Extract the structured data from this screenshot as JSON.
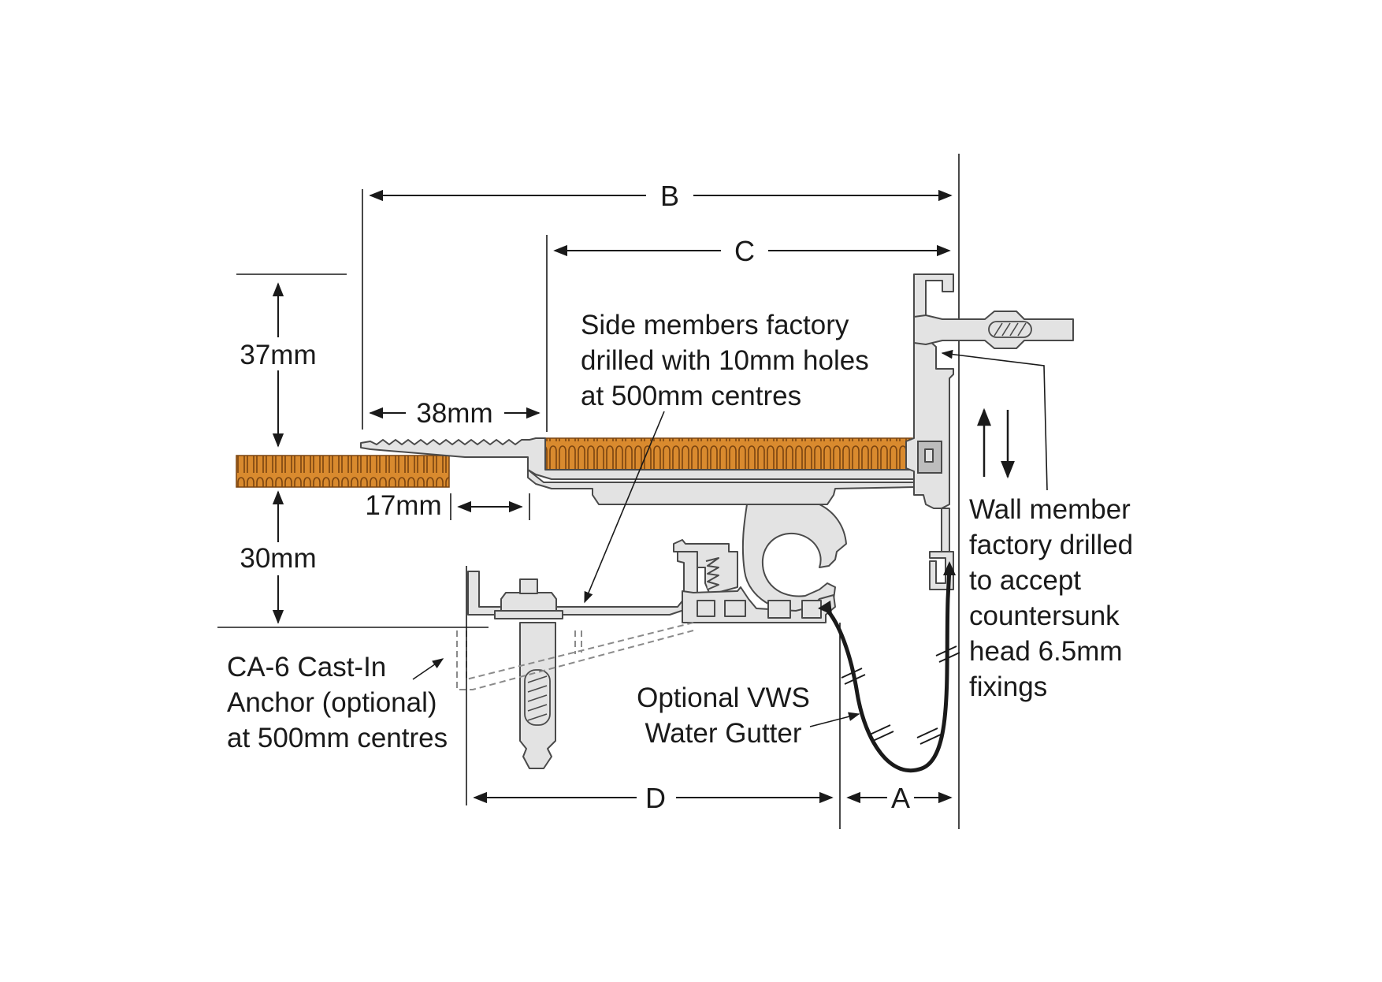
{
  "diagram": {
    "dimensions": {
      "b": "B",
      "c": "C",
      "d": "D",
      "a": "A",
      "h37": "37mm",
      "h30": "30mm",
      "w38": "38mm",
      "w17": "17mm"
    },
    "labels": {
      "side_members": [
        "Side members factory",
        "drilled with 10mm holes",
        "at 500mm centres"
      ],
      "wall_member": [
        "Wall member",
        "factory drilled",
        "to accept",
        "countersunk",
        "head 6.5mm",
        "fixings"
      ],
      "anchor": [
        "CA-6 Cast-In",
        "Anchor (optional)",
        "at 500mm centres"
      ],
      "gutter": [
        "Optional VWS",
        "Water Gutter"
      ]
    },
    "colors": {
      "carpet": "#d98a2e",
      "carpet_dark": "#7a4410",
      "aluminium": "#e3e3e3",
      "line": "#1a1a1a"
    }
  }
}
